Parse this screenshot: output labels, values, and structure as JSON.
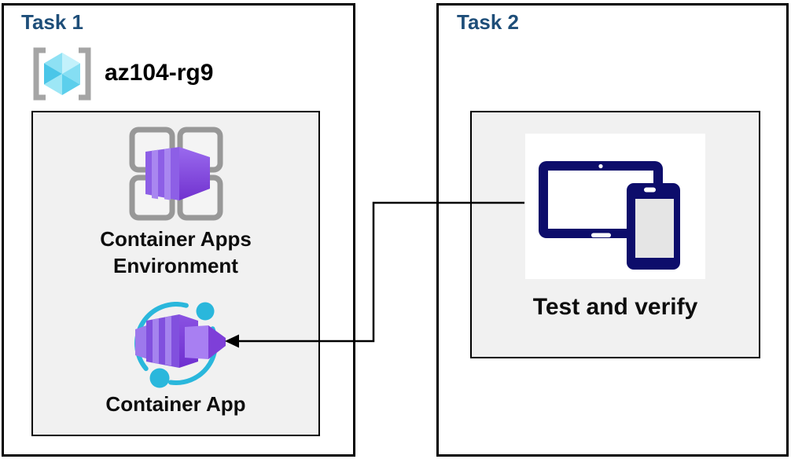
{
  "task1": {
    "title": "Task 1",
    "resource_group_name": "az104-rg9",
    "environment_label_line1": "Container Apps",
    "environment_label_line2": "Environment",
    "app_label": "Container App"
  },
  "task2": {
    "title": "Task 2",
    "verify_label": "Test and verify"
  },
  "connector": {
    "from": "Test and verify",
    "to": "Container App",
    "style": "elbow-arrow-left"
  },
  "icons": {
    "resource_group": "azure-resource-group-icon",
    "environment": "container-apps-environment-icon",
    "app": "container-app-icon",
    "devices": "tablet-and-phone-icon"
  },
  "colors": {
    "task_title_blue": "#1e4e79",
    "panel_gray": "#f1f1f1",
    "border_black": "#000000",
    "container_purple": "#8d5fe6",
    "container_purple_light": "#a987f0",
    "container_purple_dark": "#7132cf",
    "app_cyan": "#2ab7dc",
    "resource_cube_cyan": "#4ac6e8",
    "bracket_gray": "#a5a5a5",
    "grid_gray": "#989898",
    "device_navy": "#0d0d6b",
    "phone_screen_gray": "#e5e5e5"
  }
}
